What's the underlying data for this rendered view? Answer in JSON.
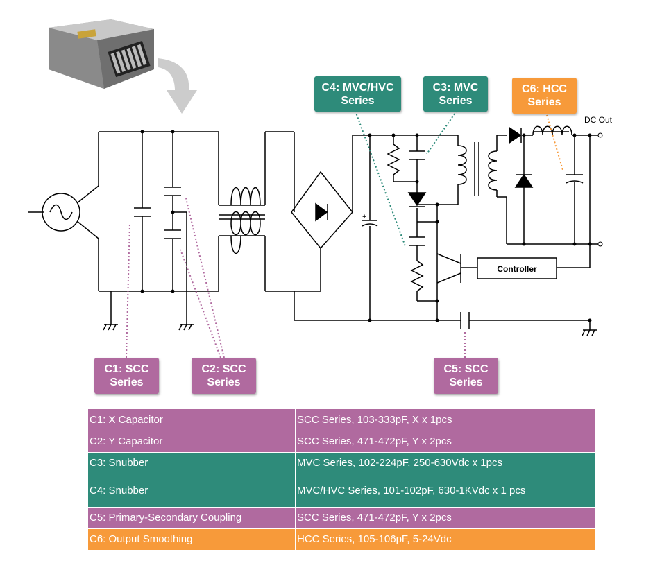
{
  "labels": {
    "c4": {
      "line1": "C4: MVC/HVC",
      "line2": "Series"
    },
    "c3": {
      "line1": "C3: MVC",
      "line2": "Series"
    },
    "c6": {
      "line1": "C6: HCC",
      "line2": "Series"
    },
    "c1": {
      "line1": "C1: SCC",
      "line2": "Series"
    },
    "c2": {
      "line1": "C2: SCC",
      "line2": "Series"
    },
    "c5": {
      "line1": "C5: SCC",
      "line2": "Series"
    }
  },
  "dc_out": "DC Out",
  "controller": "Controller",
  "colors": {
    "purple": "#b06a9f",
    "green": "#2e8b7a",
    "orange": "#f79a3a"
  },
  "table": {
    "rows": [
      {
        "component": "C1: X Capacitor",
        "spec": "SCC Series, 103-333pF, X x 1pcs",
        "color": "purple"
      },
      {
        "component": "C2: Y Capacitor",
        "spec": "SCC Series, 471-472pF, Y x 2pcs",
        "color": "purple"
      },
      {
        "component": "C3: Snubber",
        "spec": "MVC Series, 102-224pF, 250-630Vdc x 1pcs",
        "color": "green"
      },
      {
        "component": "C4: Snubber",
        "spec": "MVC/HVC Series, 101-102pF, 630-1KVdc x 1 pcs",
        "color": "green"
      },
      {
        "component": "C5: Primary-Secondary Coupling",
        "spec": "SCC Series, 471-472pF, Y x 2pcs",
        "color": "purple"
      },
      {
        "component": "C6: Output Smoothing",
        "spec": "HCC Series, 105-106pF, 5-24Vdc",
        "color": "orange"
      }
    ]
  }
}
